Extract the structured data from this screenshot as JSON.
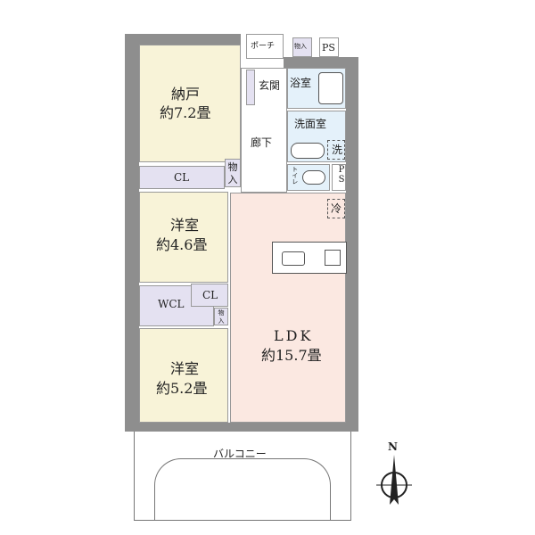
{
  "rooms": {
    "nando": {
      "name": "納戸",
      "size": "約7.2畳"
    },
    "cl1": "CL",
    "storage1": "物入",
    "western1": {
      "name": "洋室",
      "size": "約4.6畳"
    },
    "cl2": "CL",
    "wcl": "WCL",
    "storage2": "物入",
    "western2": {
      "name": "洋室",
      "size": "約5.2畳"
    },
    "ldk": {
      "name": "LDK",
      "size": "約15.7畳"
    },
    "refrigerator": "冷",
    "corridor": "廊下",
    "entrance": "玄関",
    "bath": "浴室",
    "washroom": "洗面室",
    "washer": "洗",
    "toilet": "トイレ",
    "ps1": "PS",
    "ps2": "PS",
    "porch": "ポーチ",
    "storage3": "物入",
    "balcony": "バルコニー"
  },
  "compass": {
    "north": "N"
  },
  "colors": {
    "room": "#f8f3d8",
    "ldk": "#fbe8e1",
    "wet": "#e4f1fa",
    "storage": "#e4e1f1",
    "wall": "#8e8e8e"
  }
}
